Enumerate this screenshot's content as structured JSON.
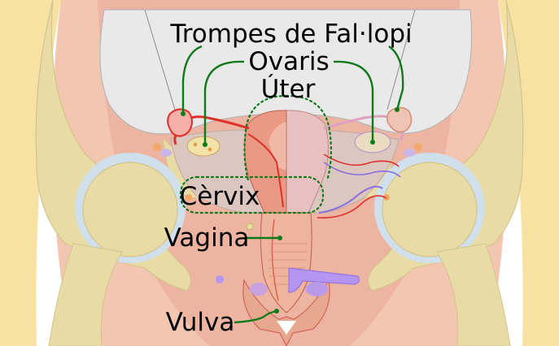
{
  "labels": {
    "fallopian_tubes": "Trompes de Fal·lopi",
    "ovaries": "Ovaris",
    "uterus": "Úter",
    "cervix": "Cèrvix",
    "vagina": "Vagina",
    "vulva": "Vulva"
  },
  "colors": {
    "skin": "#f3c3a7",
    "muscle": "#eeb0a0",
    "fat": "#f8e6a8",
    "bone": "#e5d8a0",
    "peritoneum": "#e8e8e8",
    "uterus": "#e8907a",
    "leader": "#0f7a19",
    "vein": "#8a6ee0",
    "artery": "#e0302a"
  }
}
